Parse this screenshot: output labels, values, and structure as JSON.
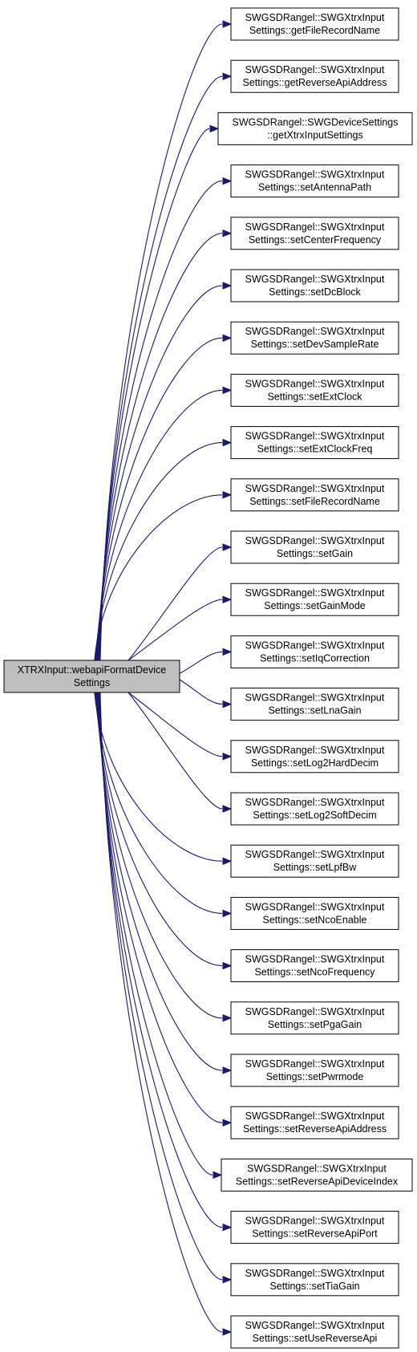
{
  "root": {
    "line1": "XTRXInput::webapiFormatDevice",
    "line2": "Settings"
  },
  "callees": [
    {
      "line1": "SWGSDRangel::SWGXtrxInput",
      "line2": "Settings::getFileRecordName"
    },
    {
      "line1": "SWGSDRangel::SWGXtrxInput",
      "line2": "Settings::getReverseApiAddress"
    },
    {
      "line1": "SWGSDRangel::SWGDeviceSettings",
      "line2": "::getXtrxInputSettings"
    },
    {
      "line1": "SWGSDRangel::SWGXtrxInput",
      "line2": "Settings::setAntennaPath"
    },
    {
      "line1": "SWGSDRangel::SWGXtrxInput",
      "line2": "Settings::setCenterFrequency"
    },
    {
      "line1": "SWGSDRangel::SWGXtrxInput",
      "line2": "Settings::setDcBlock"
    },
    {
      "line1": "SWGSDRangel::SWGXtrxInput",
      "line2": "Settings::setDevSampleRate"
    },
    {
      "line1": "SWGSDRangel::SWGXtrxInput",
      "line2": "Settings::setExtClock"
    },
    {
      "line1": "SWGSDRangel::SWGXtrxInput",
      "line2": "Settings::setExtClockFreq"
    },
    {
      "line1": "SWGSDRangel::SWGXtrxInput",
      "line2": "Settings::setFileRecordName"
    },
    {
      "line1": "SWGSDRangel::SWGXtrxInput",
      "line2": "Settings::setGain"
    },
    {
      "line1": "SWGSDRangel::SWGXtrxInput",
      "line2": "Settings::setGainMode"
    },
    {
      "line1": "SWGSDRangel::SWGXtrxInput",
      "line2": "Settings::setIqCorrection"
    },
    {
      "line1": "SWGSDRangel::SWGXtrxInput",
      "line2": "Settings::setLnaGain"
    },
    {
      "line1": "SWGSDRangel::SWGXtrxInput",
      "line2": "Settings::setLog2HardDecim"
    },
    {
      "line1": "SWGSDRangel::SWGXtrxInput",
      "line2": "Settings::setLog2SoftDecim"
    },
    {
      "line1": "SWGSDRangel::SWGXtrxInput",
      "line2": "Settings::setLpfBw"
    },
    {
      "line1": "SWGSDRangel::SWGXtrxInput",
      "line2": "Settings::setNcoEnable"
    },
    {
      "line1": "SWGSDRangel::SWGXtrxInput",
      "line2": "Settings::setNcoFrequency"
    },
    {
      "line1": "SWGSDRangel::SWGXtrxInput",
      "line2": "Settings::setPgaGain"
    },
    {
      "line1": "SWGSDRangel::SWGXtrxInput",
      "line2": "Settings::setPwrmode"
    },
    {
      "line1": "SWGSDRangel::SWGXtrxInput",
      "line2": "Settings::setReverseApiAddress"
    },
    {
      "line1": "SWGSDRangel::SWGXtrxInput",
      "line2": "Settings::setReverseApiDeviceIndex"
    },
    {
      "line1": "SWGSDRangel::SWGXtrxInput",
      "line2": "Settings::setReverseApiPort"
    },
    {
      "line1": "SWGSDRangel::SWGXtrxInput",
      "line2": "Settings::setTiaGain"
    },
    {
      "line1": "SWGSDRangel::SWGXtrxInput",
      "line2": "Settings::setUseReverseApi"
    }
  ],
  "colors": {
    "edge": "#191970",
    "root_fill": "#bfbfbf",
    "node_fill": "#ffffff",
    "node_border": "#000000"
  }
}
